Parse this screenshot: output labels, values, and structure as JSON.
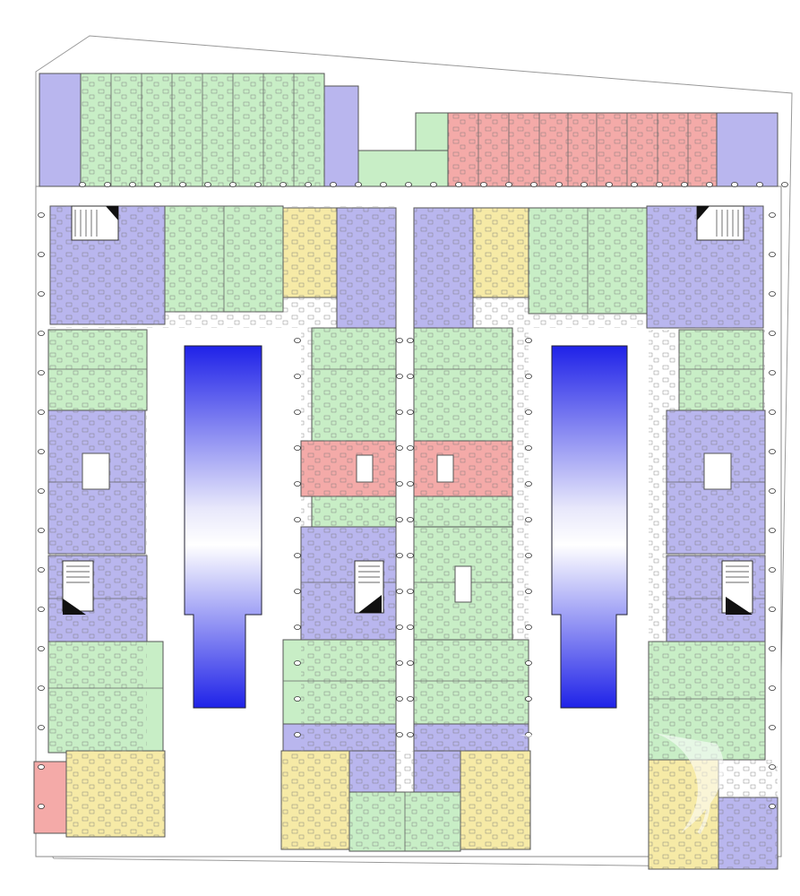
{
  "plan": {
    "legend_colors": {
      "green": "#c8eec6",
      "purple": "#b9b6ee",
      "red": "#f4aaa8",
      "yellow": "#f6eaa6",
      "pool_dark": "#1f22e8",
      "pool_light": "#ffffff"
    },
    "pools": [
      "pool-left",
      "pool-right"
    ],
    "stairs": [
      "stair-nw",
      "stair-ne",
      "stair-w",
      "stair-center",
      "stair-e"
    ]
  }
}
